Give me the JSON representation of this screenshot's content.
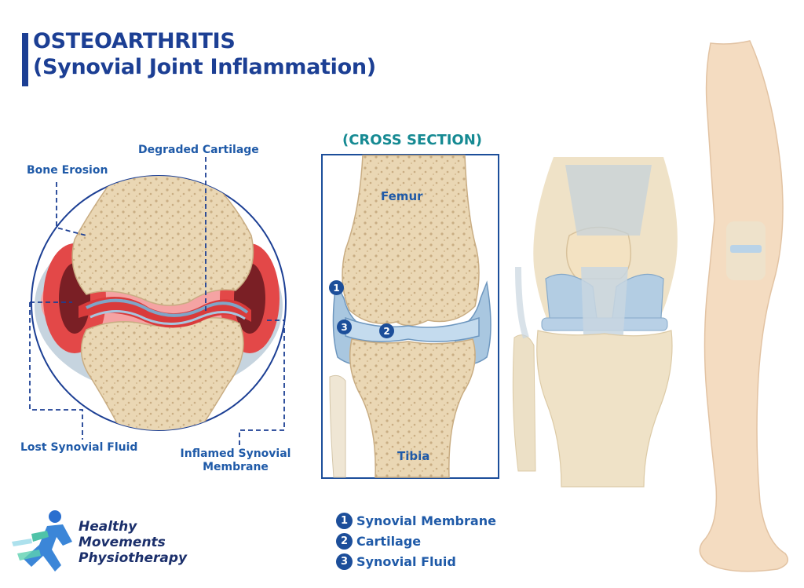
{
  "title": {
    "line1": "OSTEOARTHRITIS",
    "line2": "(Synovial Joint Inflammation)"
  },
  "detail_labels": {
    "bone_erosion": "Bone Erosion",
    "degraded_cartilage": "Degraded Cartilage",
    "lost_synovial_fluid": "Lost Synovial Fluid",
    "inflamed_membrane_line1": "Inflamed Synovial",
    "inflamed_membrane_line2": "Membrane"
  },
  "cross_section": {
    "title": "(CROSS SECTION)",
    "femur": "Femur",
    "tibia": "Tibia",
    "badges": [
      "1",
      "2",
      "3"
    ]
  },
  "legend": [
    {
      "num": "1",
      "text": "Synovial Membrane"
    },
    {
      "num": "2",
      "text": "Cartilage"
    },
    {
      "num": "3",
      "text": "Synovial Fluid"
    }
  ],
  "logo": {
    "line1": "Healthy",
    "line2": "Movements",
    "line3": "Physiotherapy"
  },
  "colors": {
    "title": "#1c3f94",
    "label": "#1f5aa8",
    "cross_title": "#168a93",
    "bone": "#ecd9b8",
    "inflammation": "#e23a3a",
    "synovial": "#a9c7e0"
  }
}
